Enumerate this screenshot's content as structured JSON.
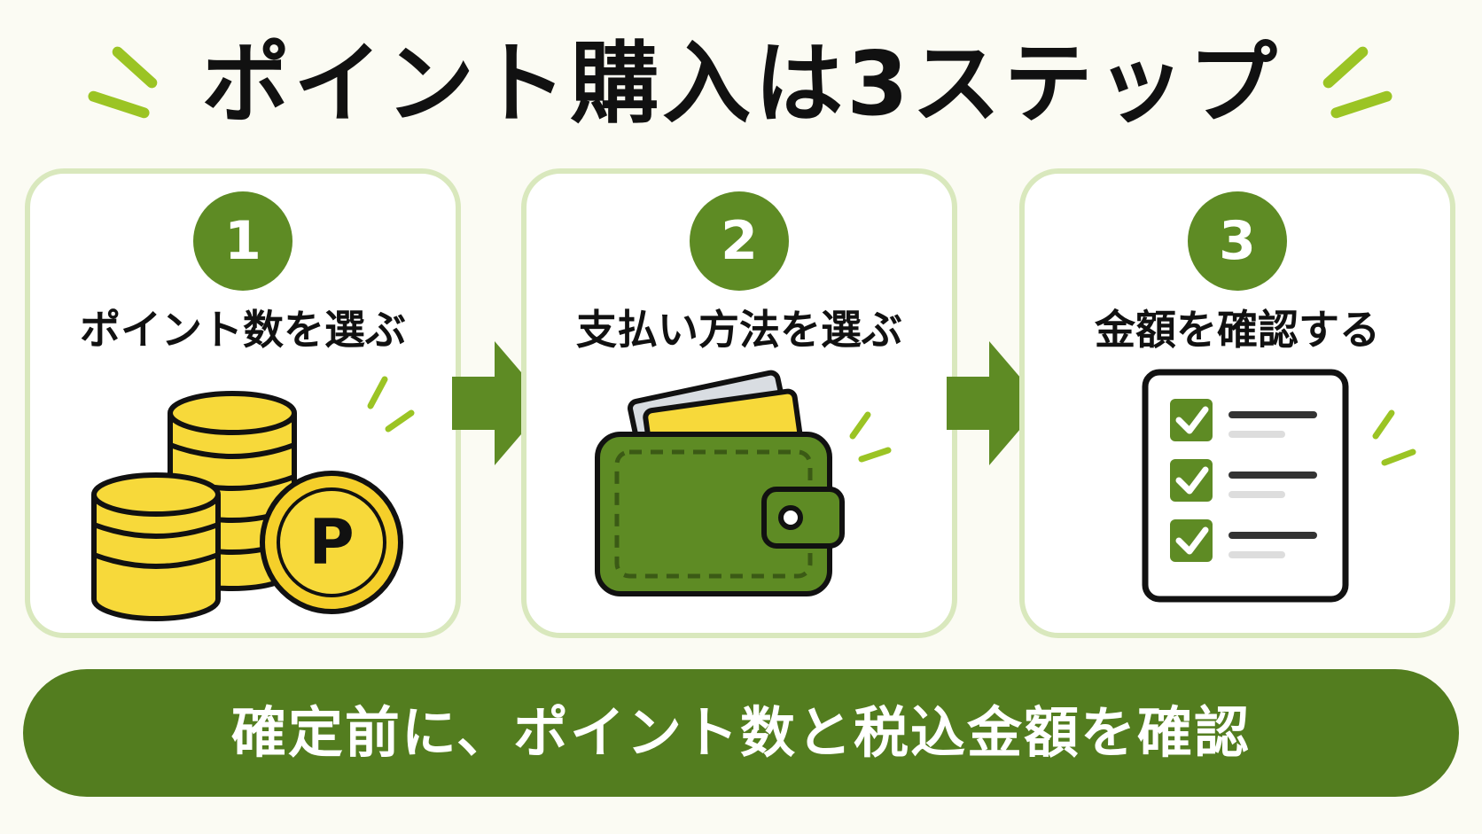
{
  "title": "ポイント購入は3ステップ",
  "steps": [
    {
      "number": "1",
      "label": "ポイント数を選ぶ",
      "illustration": "coins-icon"
    },
    {
      "number": "2",
      "label": "支払い方法を選ぶ",
      "illustration": "wallet-icon"
    },
    {
      "number": "3",
      "label": "金額を確認する",
      "illustration": "checklist-icon"
    }
  ],
  "coin_letter": "P",
  "banner": "確定前に、ポイント数と税込金額を確認",
  "colors": {
    "accent_green": "#5e8b24",
    "dark_green": "#537d1f",
    "lime": "#9bc424",
    "card_border": "#d9e8bd",
    "coin_yellow": "#f7d93a",
    "background": "#fbfbf3"
  }
}
